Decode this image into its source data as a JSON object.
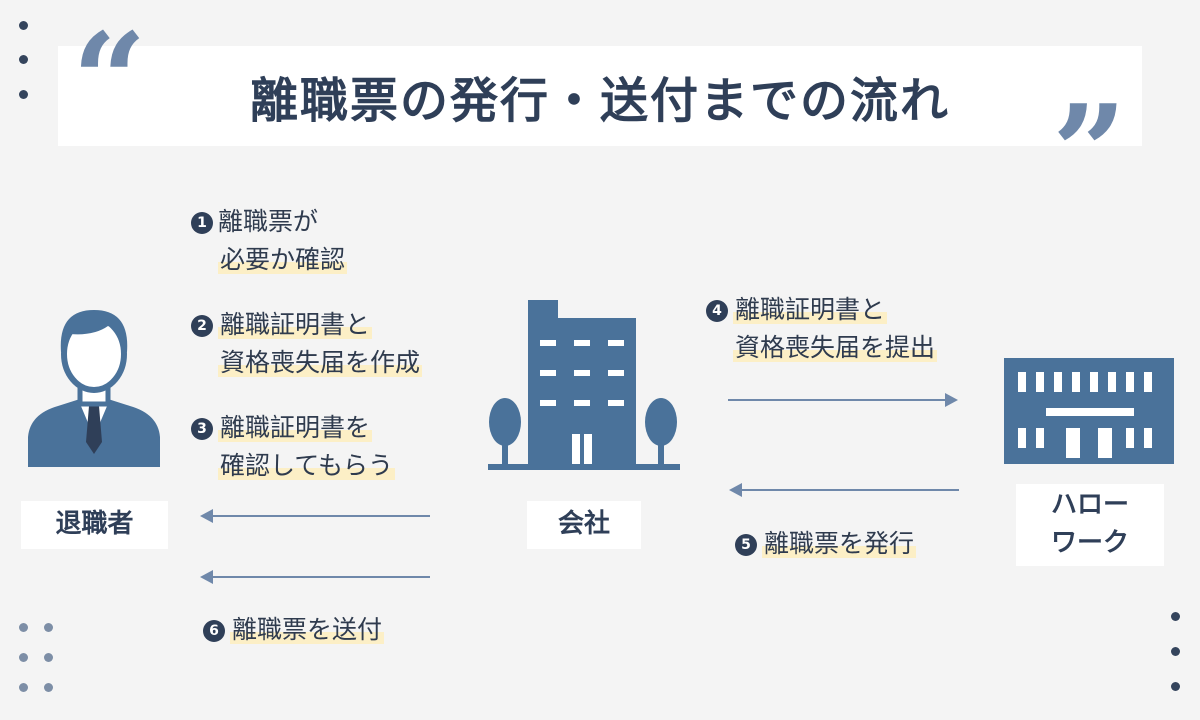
{
  "title": "離職票の発行・送付までの流れ",
  "colors": {
    "primary": "#4a729a",
    "dark": "#2f3f58",
    "highlight": "#fcefc6",
    "arrow": "#6f88aa"
  },
  "entities": {
    "employee": "退職者",
    "company": "会社",
    "hellowork_line1": "ハロー",
    "hellowork_line2": "ワーク"
  },
  "steps": [
    {
      "num": "1",
      "line1": "離職票が",
      "line2": "必要か確認"
    },
    {
      "num": "2",
      "line1": "離職証明書と",
      "line2": "資格喪失届を作成"
    },
    {
      "num": "3",
      "line1": "離職証明書を",
      "line2": "確認してもらう"
    },
    {
      "num": "4",
      "line1": "離職証明書と",
      "line2": "資格喪失届を提出"
    },
    {
      "num": "5",
      "line1": "離職票を発行"
    },
    {
      "num": "6",
      "line1": "離職票を送付"
    }
  ],
  "icons": {
    "employee": "businessman-icon",
    "company": "office-building-icon",
    "hellowork": "government-office-icon"
  }
}
